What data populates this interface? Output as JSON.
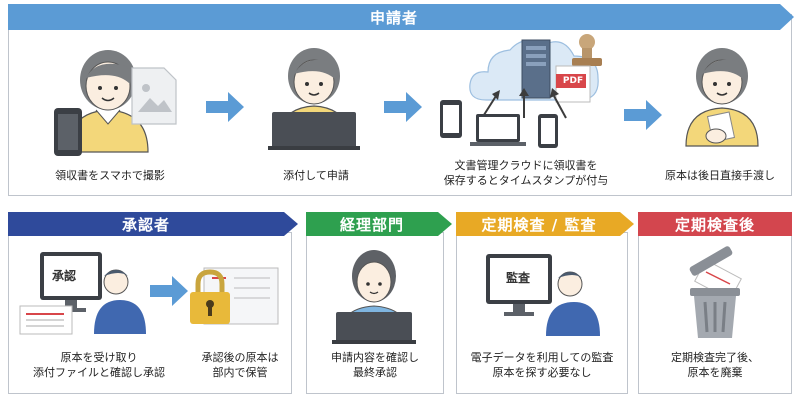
{
  "top": {
    "title": "申請者",
    "captions": [
      "領収書をスマホで撮影",
      "添付して申請",
      "文書管理クラウドに領収書を",
      "保存するとタイムスタンプが付与",
      "原本は後日直接手渡し"
    ],
    "pdf_label": "PDF"
  },
  "approver": {
    "title": "承認者",
    "monitor_label": "承認",
    "captions": [
      "原本を受け取り",
      "添付ファイルと確認し承認",
      "承認後の原本は",
      "部内で保管"
    ]
  },
  "accounting": {
    "title": "経理部門",
    "captions": [
      "申請内容を確認し",
      "最終承認"
    ]
  },
  "audit": {
    "title": "定期検査 / 監査",
    "monitor_label": "監査",
    "captions": [
      "電子データを利用しての監査",
      "原本を探す必要なし"
    ]
  },
  "after": {
    "title": "定期検査後",
    "captions": [
      "定期検査完了後、",
      "原本を廃棄"
    ]
  },
  "colors": {
    "top_banner": "#5b9bd5",
    "approver": "#2f4a9b",
    "accounting": "#2ea04f",
    "audit": "#e8a925",
    "after": "#d3464e",
    "arrow": "#5b9bd5",
    "shirt": "#f3d77a",
    "hair": "#7a7d80",
    "skin": "#fbeee0"
  }
}
